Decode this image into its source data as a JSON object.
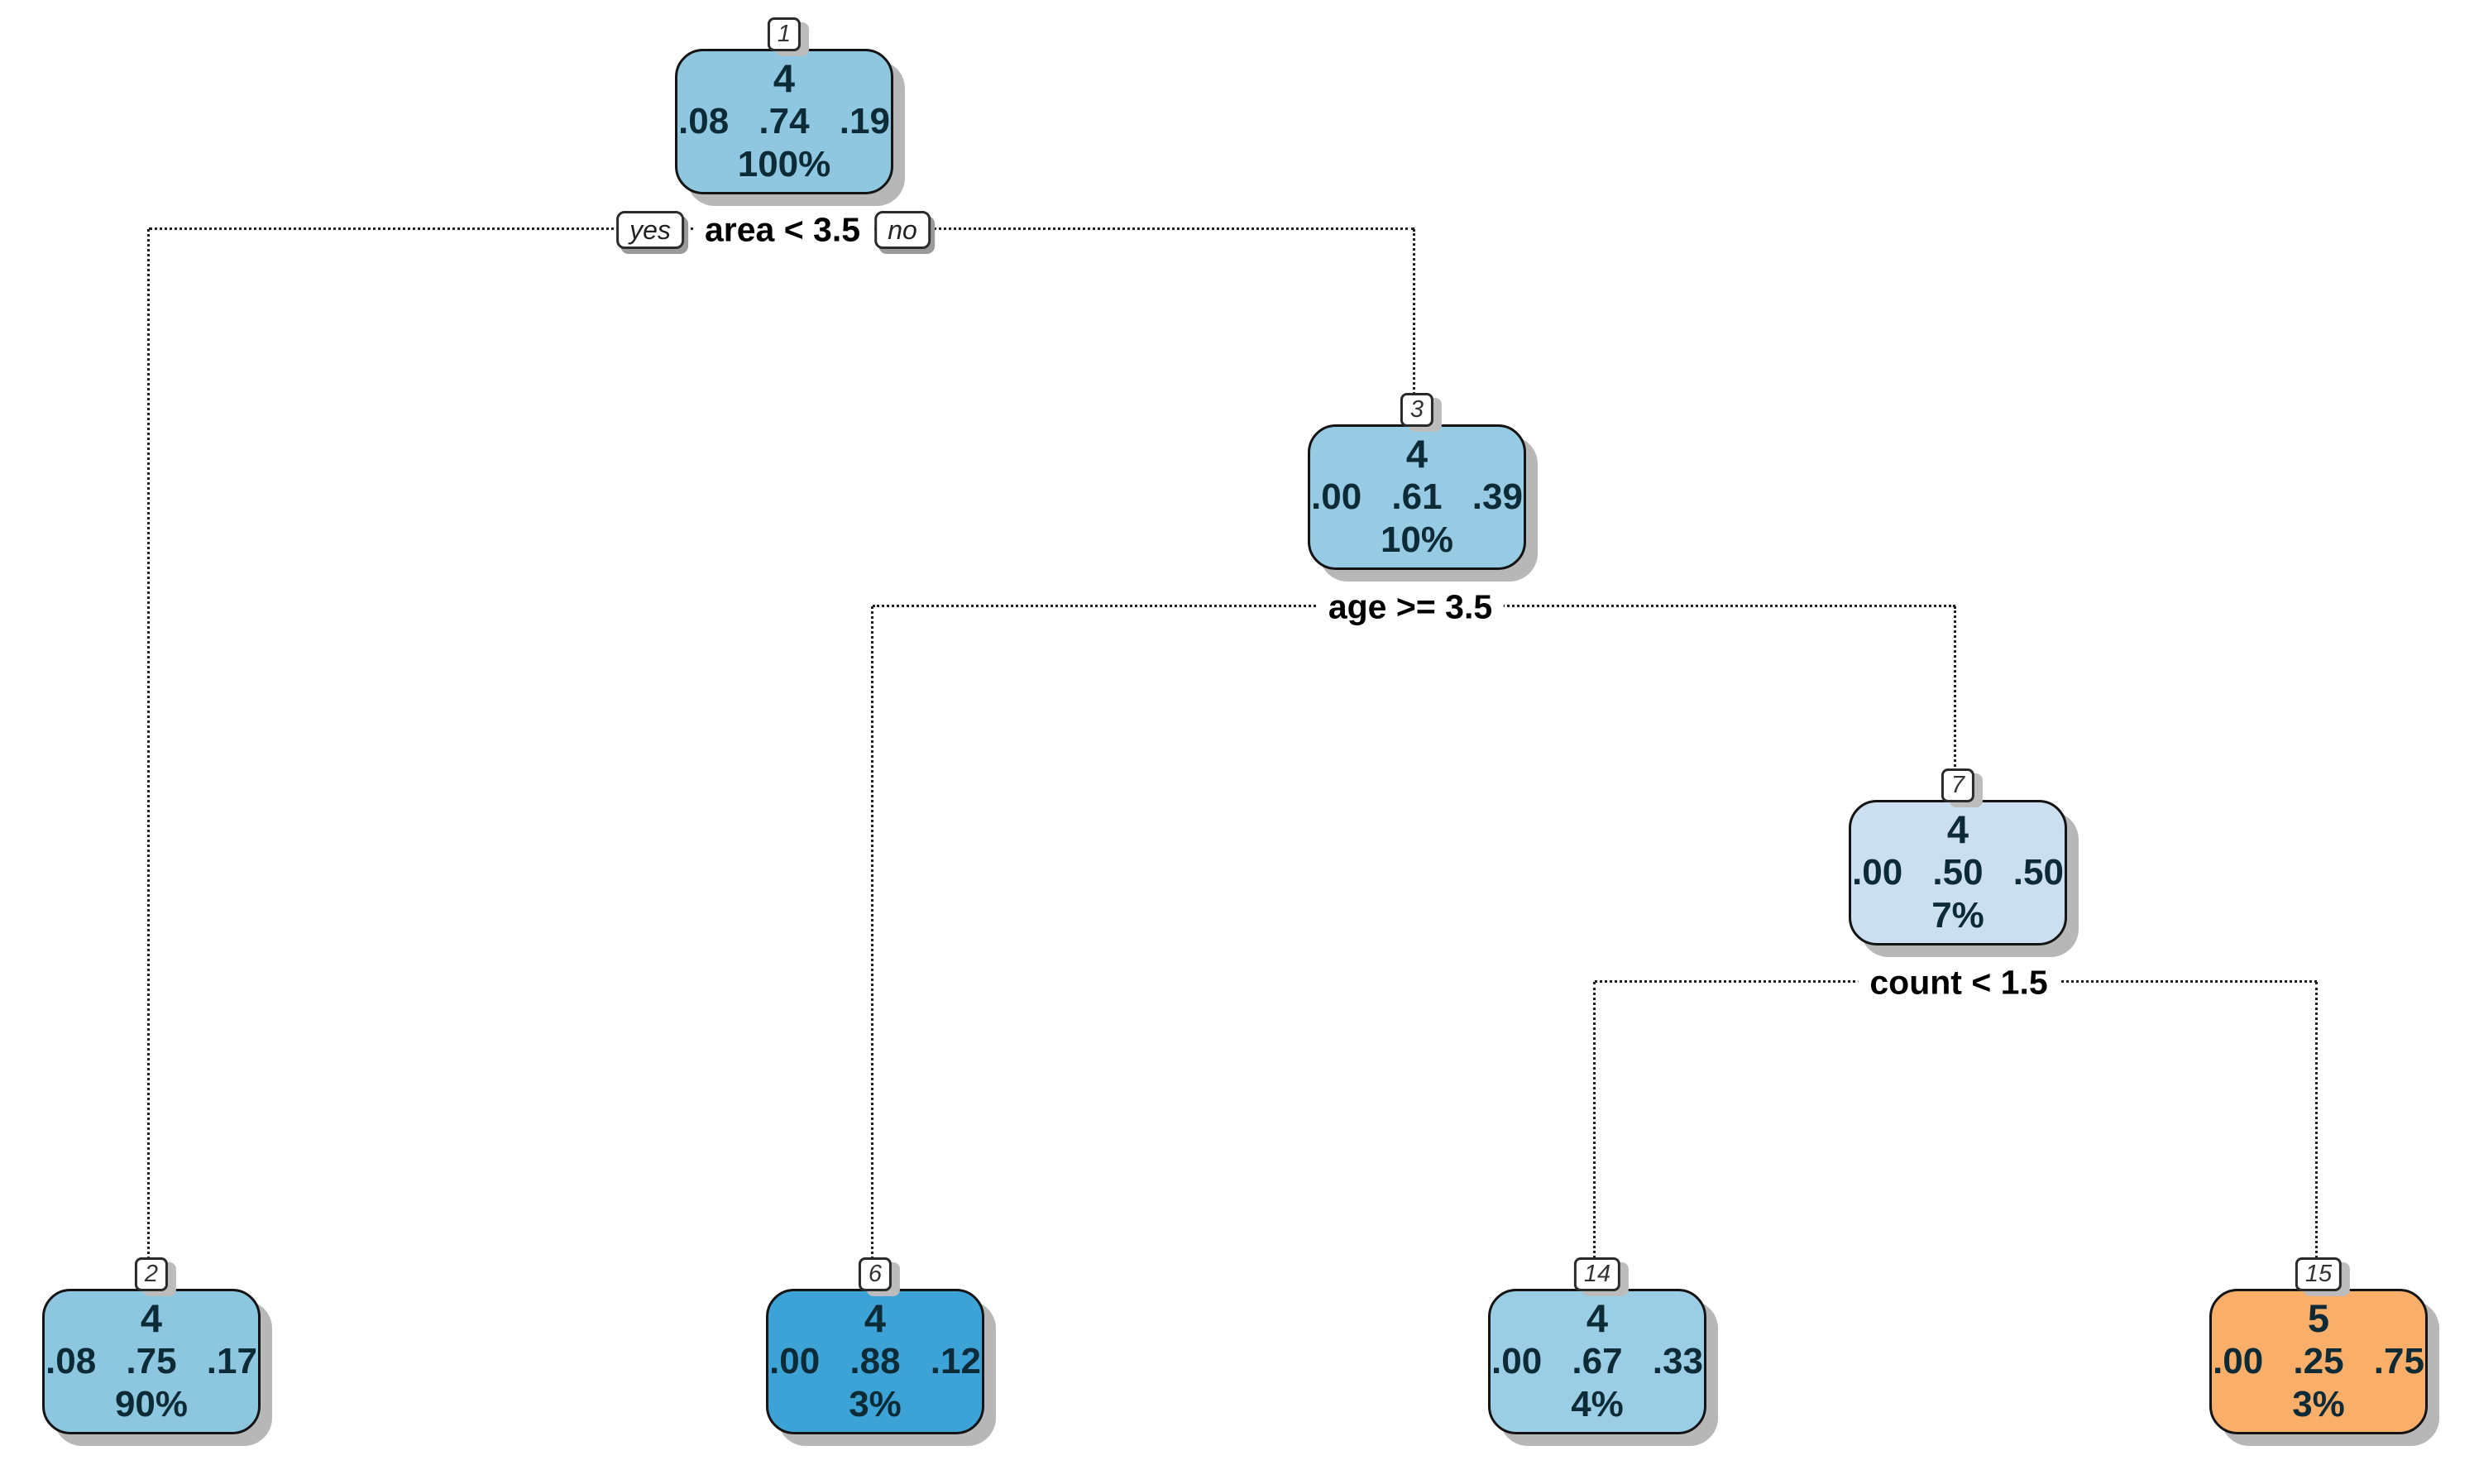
{
  "figure": {
    "type": "decision-tree-plot",
    "background": "#ffffff",
    "line_color": "#1f1f1f"
  },
  "edge_labels": {
    "yes": "yes",
    "no": "no"
  },
  "splits": [
    {
      "label": "area < 3.5"
    },
    {
      "label": "age >= 3.5"
    },
    {
      "label": "count < 1.5"
    }
  ],
  "nodes": [
    {
      "nn": "1",
      "class_label": "4",
      "probs": ".08 .74 .19",
      "coverage": "100%",
      "fill": "#8fc7e0"
    },
    {
      "nn": "3",
      "class_label": "4",
      "probs": ".00 .61 .39",
      "coverage": "10%",
      "fill": "#97cbe3"
    },
    {
      "nn": "7",
      "class_label": "4",
      "probs": ".00 .50 .50",
      "coverage": "7%",
      "fill": "#cbdff0"
    },
    {
      "nn": "2",
      "class_label": "4",
      "probs": ".08 .75 .17",
      "coverage": "90%",
      "fill": "#8dc6df"
    },
    {
      "nn": "6",
      "class_label": "4",
      "probs": ".00 .88 .12",
      "coverage": "3%",
      "fill": "#3da3d6"
    },
    {
      "nn": "14",
      "class_label": "4",
      "probs": ".00 .67 .33",
      "coverage": "4%",
      "fill": "#9bcde4"
    },
    {
      "nn": "15",
      "class_label": "5",
      "probs": ".00 .25 .75",
      "coverage": "3%",
      "fill": "#f9ae6a"
    }
  ],
  "structure": {
    "node1": {
      "split": "area < 3.5",
      "yes_child": "2",
      "no_child": "3"
    },
    "node3": {
      "split": "age >= 3.5",
      "yes_child": "6",
      "no_child": "7"
    },
    "node7": {
      "split": "count < 1.5",
      "yes_child": "14",
      "no_child": "15"
    }
  }
}
